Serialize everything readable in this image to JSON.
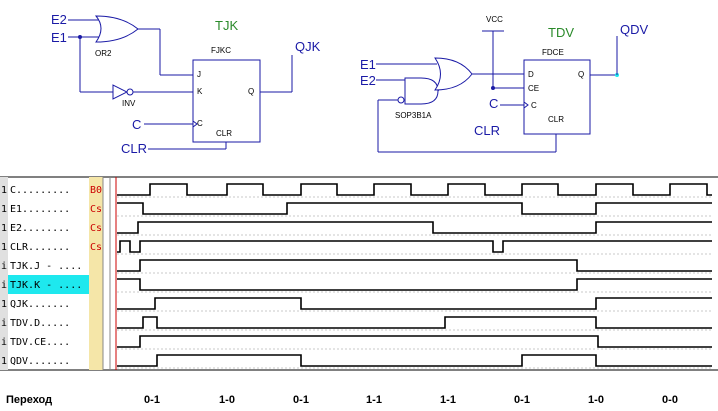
{
  "schematic": {
    "left": {
      "inputs": [
        "E2",
        "E1"
      ],
      "or_gate": "OR2",
      "inv_gate": "INV",
      "flipflop_title": "TJK",
      "flipflop_type": "FJKC",
      "pins": [
        "J",
        "K",
        "Q",
        "C",
        "CLR"
      ],
      "clock": "C",
      "clear": "CLR",
      "output": "QJK"
    },
    "right": {
      "vcc": "VCC",
      "inputs": [
        "E1",
        "E2"
      ],
      "gate": "SOP3B1A",
      "flipflop_title": "TDV",
      "flipflop_type": "FDCE",
      "pins": [
        "D",
        "Q",
        "CE",
        "C",
        "CLR"
      ],
      "clock": "C",
      "clear": "CLR",
      "output": "QDV"
    }
  },
  "timing": {
    "signals": [
      {
        "prefix": "1",
        "name": "C.........",
        "tag": "B0",
        "highlight": false
      },
      {
        "prefix": "1",
        "name": "E1........",
        "tag": "Cs",
        "highlight": false
      },
      {
        "prefix": "1",
        "name": "E2........",
        "tag": "Cs",
        "highlight": false
      },
      {
        "prefix": "1",
        "name": "CLR.......",
        "tag": "Cs",
        "highlight": false
      },
      {
        "prefix": "i",
        "name": "TJK.J - ....",
        "tag": "",
        "highlight": false
      },
      {
        "prefix": "i",
        "name": "TJK.K - ....",
        "tag": "",
        "highlight": true
      },
      {
        "prefix": "1",
        "name": "QJK.......",
        "tag": "",
        "highlight": false
      },
      {
        "prefix": "i",
        "name": "TDV.D.....",
        "tag": "",
        "highlight": false
      },
      {
        "prefix": "i",
        "name": "TDV.CE....",
        "tag": "",
        "highlight": false
      },
      {
        "prefix": "1",
        "name": "QDV.......",
        "tag": "",
        "highlight": false
      }
    ],
    "transition_label": "Переход",
    "transitions": [
      "0-1",
      "1-0",
      "0-1",
      "1-1",
      "1-1",
      "0-1",
      "1-0",
      "0-0"
    ],
    "colors": {
      "highlight": "#1ee8ee",
      "tag_column": "#f5e6a8",
      "cursor": "#cc0000"
    }
  }
}
